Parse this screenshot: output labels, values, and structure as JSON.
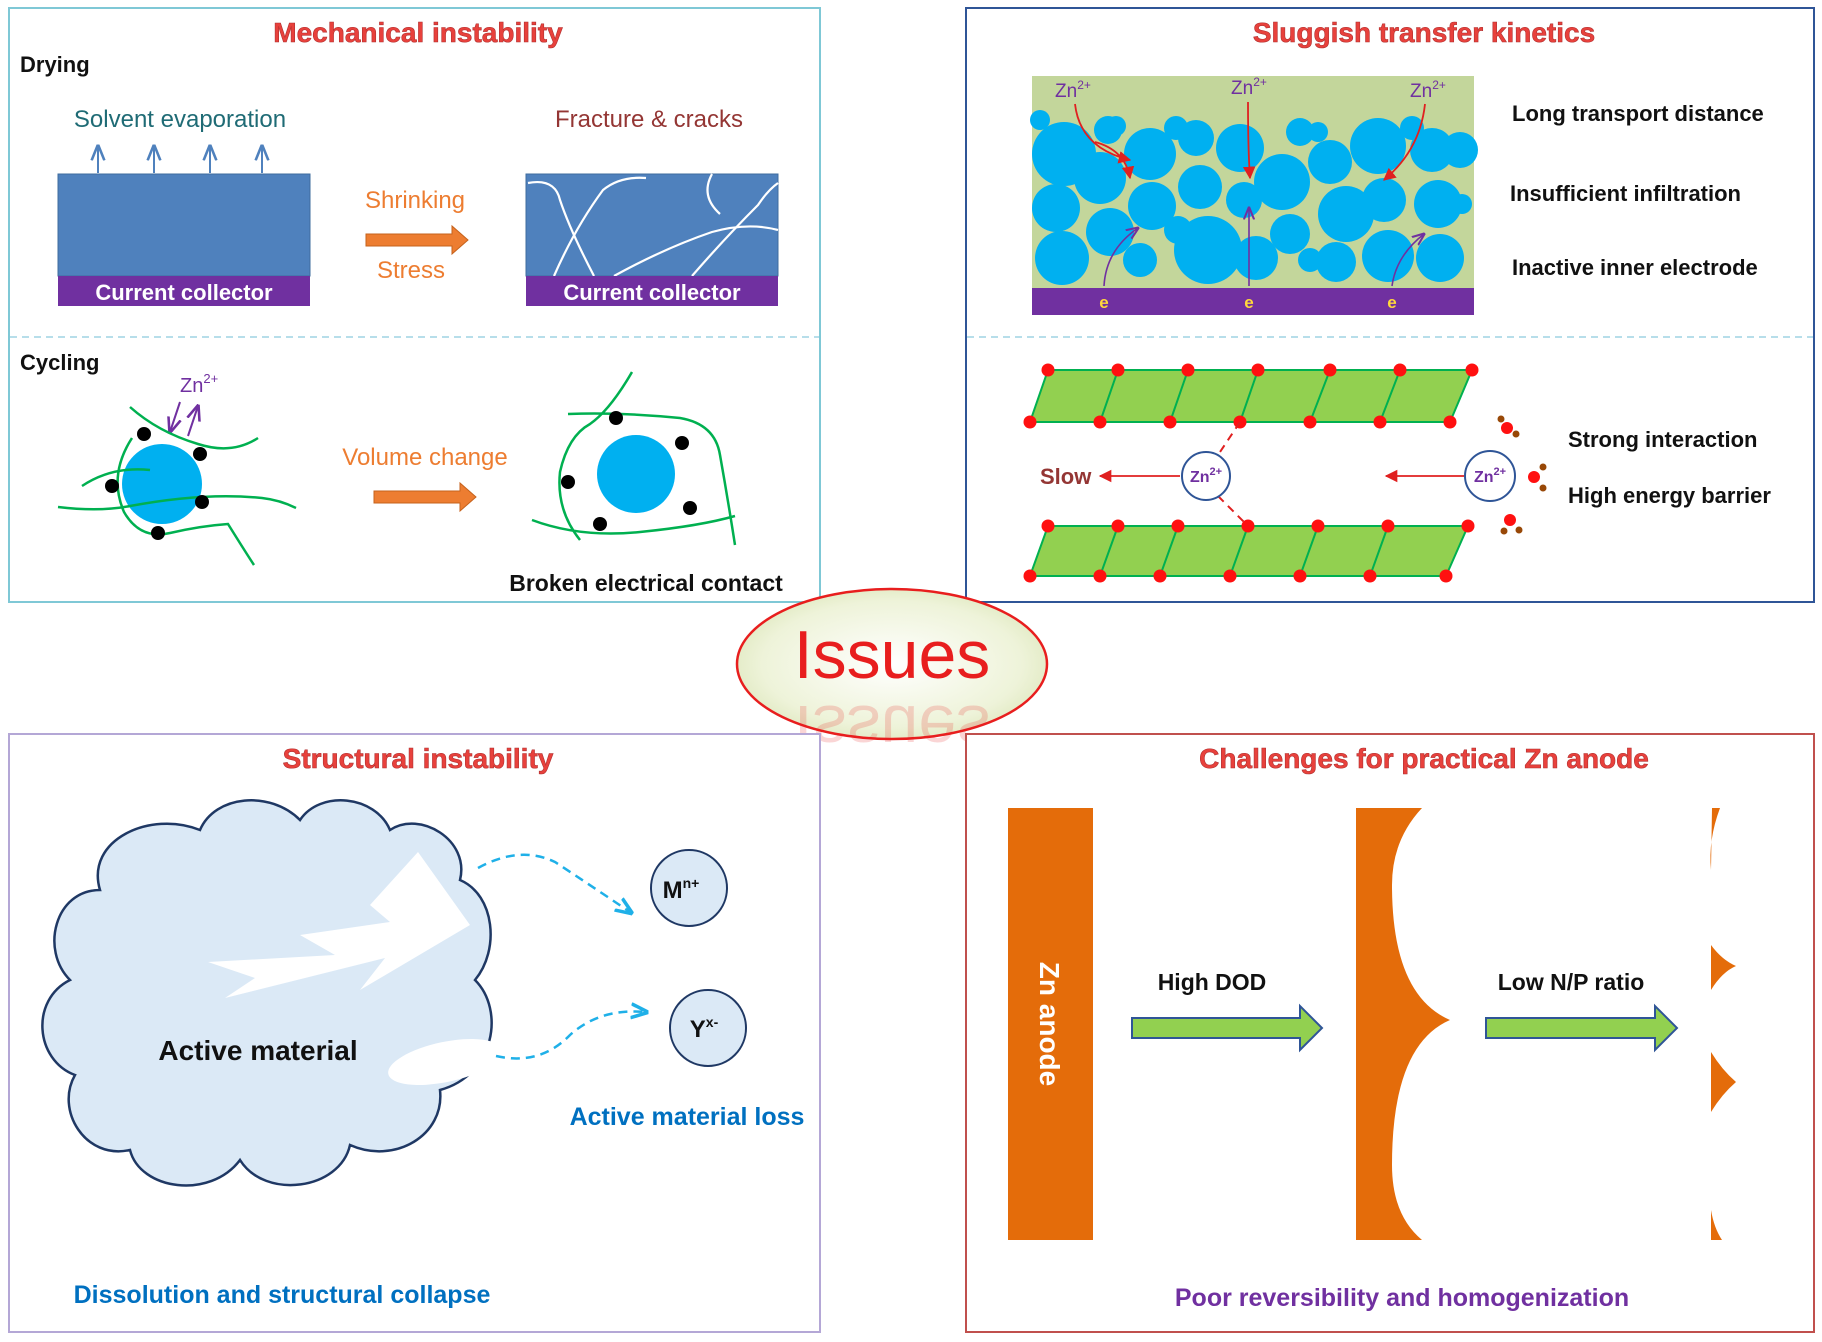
{
  "center": {
    "label": "Issues"
  },
  "panels": {
    "mechanical": {
      "title": "Mechanical instability",
      "drying_label": "Drying",
      "solvent_evaporation": "Solvent evaporation",
      "fracture_cracks": "Fracture & cracks",
      "shrinking": "Shrinking",
      "stress": "Stress",
      "current_collector": "Current collector",
      "cycling_label": "Cycling",
      "zn_ion": "Zn",
      "zn_charge": "2+",
      "volume_change": "Volume change",
      "broken_contact": "Broken electrical contact"
    },
    "sluggish": {
      "title": "Sluggish transfer kinetics",
      "zn_ion": "Zn",
      "zn_charge": "2+",
      "electron": "e",
      "long_transport": "Long transport distance",
      "insufficient_infiltration": "Insufficient  infiltration",
      "inactive_inner": "Inactive inner electrode",
      "slow": "Slow",
      "strong_interaction": "Strong interaction",
      "high_energy_barrier": "High energy barrier"
    },
    "structural": {
      "title": "Structural instability",
      "active_material": "Active material",
      "cation": "M",
      "cation_charge": "n+",
      "anion": "Y",
      "anion_charge": "x-",
      "material_loss": "Active material loss",
      "dissolution": "Dissolution and structural collapse"
    },
    "zn_anode": {
      "title": "Challenges for practical Zn anode",
      "zn_anode_label": "Zn anode",
      "high_dod": "High DOD",
      "low_np": "Low N/P ratio",
      "poor_reversibility": "Poor reversibility and homogenization"
    }
  },
  "colors": {
    "title_red": "#e8413c",
    "orange_arrow": "#ed7d31",
    "electrode_blue": "#4f81bd",
    "collector_purple": "#7030a0",
    "particle_cyan": "#00b0f0",
    "binder_green": "#00b050",
    "layer_green": "#92d050",
    "zn_orange": "#e46c0a",
    "text_blue": "#0070c0",
    "text_purple": "#7030a0",
    "cloud_fill": "#dbe9f6",
    "cloud_edge": "#1f3864"
  }
}
